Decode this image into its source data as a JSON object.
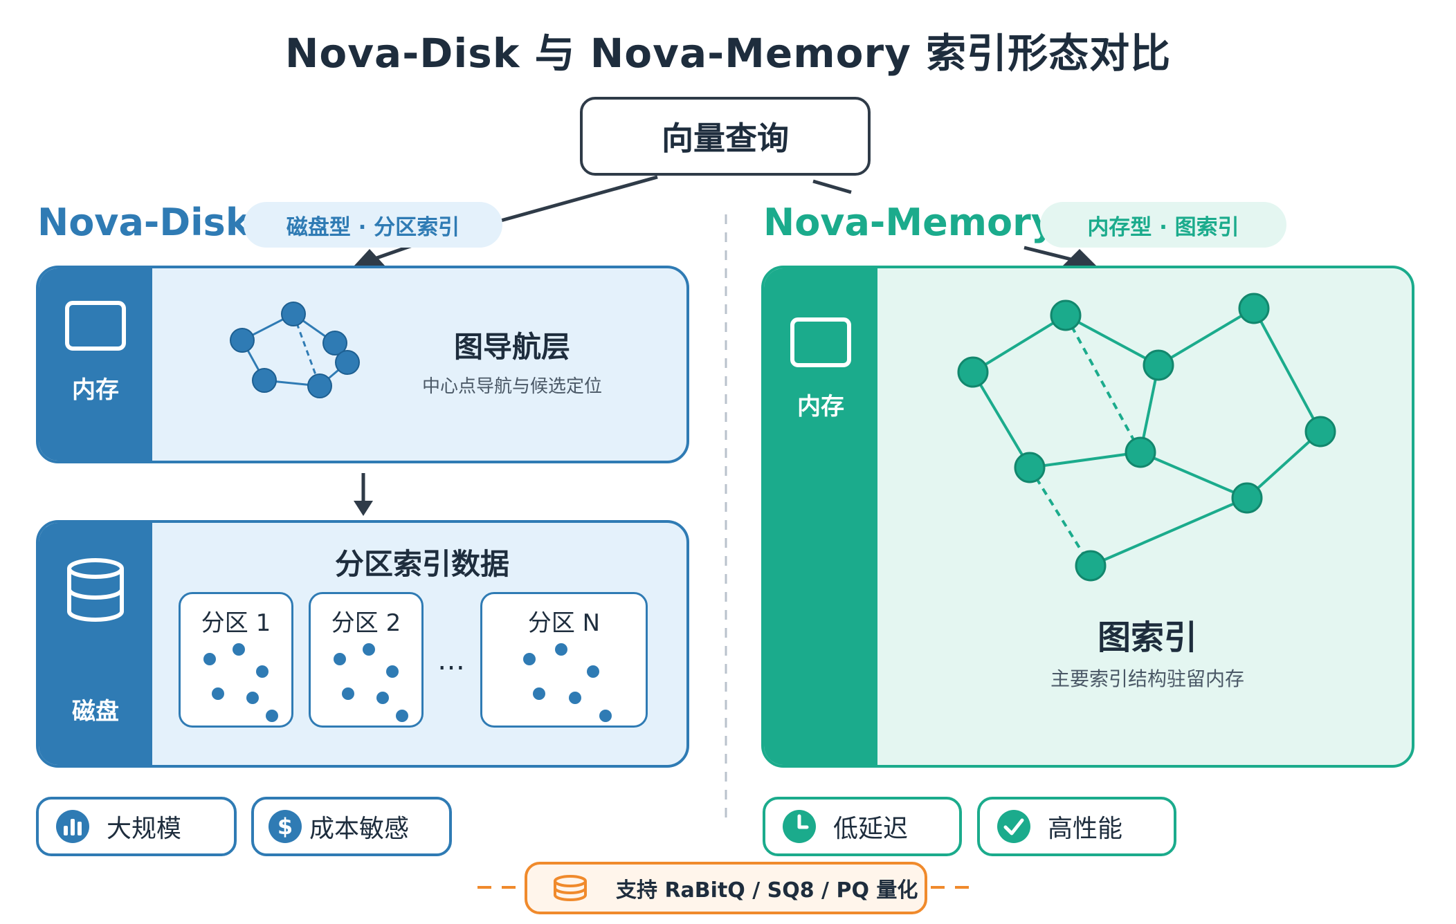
{
  "title": "Nova-Disk 与 Nova-Memory 索引形态对比",
  "query": "向量查询",
  "disk": {
    "name": "Nova-Disk",
    "tag": "磁盘型 · 分区索引",
    "mem_side": "内存",
    "nav_title": "图导航层",
    "nav_sub": "中心点导航与候选定位",
    "disk_side": "磁盘",
    "part_title": "分区索引数据",
    "partitions": [
      "分区 1",
      "分区 2",
      "分区 N"
    ],
    "ellipsis": "…",
    "badges": [
      "大规模",
      "成本敏感"
    ]
  },
  "memory": {
    "name": "Nova-Memory",
    "tag": "内存型 · 图索引",
    "side": "内存",
    "graph_title": "图索引",
    "graph_sub": "主要索引结构驻留内存",
    "badges": [
      "低延迟",
      "高性能"
    ]
  },
  "footer": "支持 RaBitQ / SQ8 / PQ 量化",
  "colors": {
    "disk_blue": "#2f7bb4",
    "disk_light": "#e4f1fb",
    "mem_green": "#1bab8c",
    "mem_light": "#e4f6f1",
    "footer_orange": "#f08a2c"
  }
}
